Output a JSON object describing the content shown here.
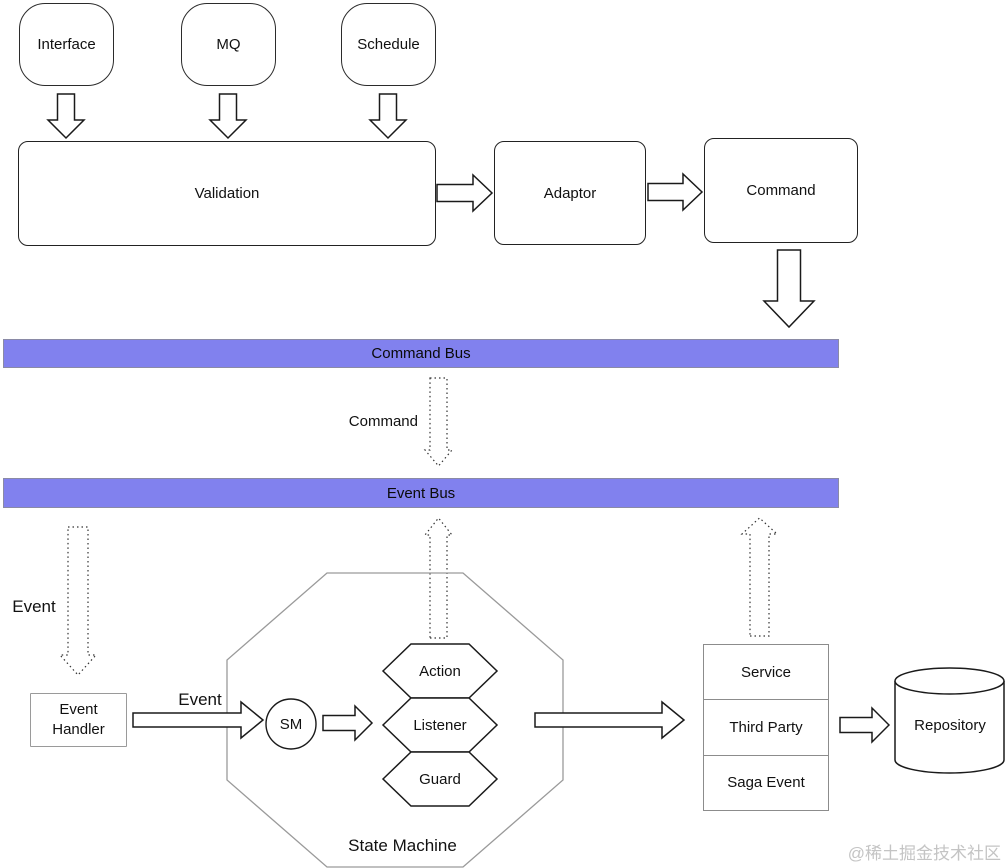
{
  "diagram": {
    "sources": [
      {
        "label": "Interface"
      },
      {
        "label": "MQ"
      },
      {
        "label": "Schedule"
      }
    ],
    "pipeline": {
      "validation": "Validation",
      "adaptor": "Adaptor",
      "command": "Command"
    },
    "buses": {
      "command_bus": "Command Bus",
      "event_bus": "Event Bus"
    },
    "flow_labels": {
      "command_between_buses": "Command",
      "event_from_bus": "Event",
      "event_to_state_machine": "Event"
    },
    "event_handler": {
      "line1": "Event",
      "line2": "Handler"
    },
    "state_machine": {
      "title": "State Machine",
      "sm_circle": "SM",
      "hexagons": [
        "Action",
        "Listener",
        "Guard"
      ]
    },
    "services": [
      "Service",
      "Third Party",
      "Saga Event"
    ],
    "repository": "Repository",
    "watermark": "@稀土掘金技术社区",
    "colors": {
      "bus_fill": "#8181ee",
      "bus_border": "#8a8aa6",
      "shape_stroke": "#1a1a1a",
      "soft_stroke": "#9a9a9a",
      "watermark_gray": "#c4c4c4"
    }
  }
}
